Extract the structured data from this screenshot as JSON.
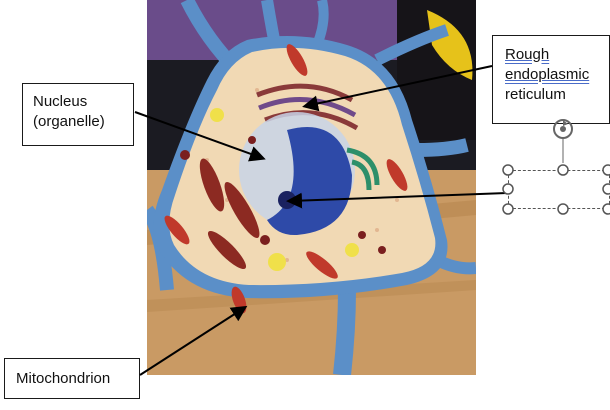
{
  "labels": {
    "nucleus": [
      "Nucleus",
      "(organelle)"
    ],
    "rough_er": [
      "Rough",
      "endoplasmic",
      "reticulum"
    ],
    "mitochondrion": "Mitochondrion"
  },
  "photo": {
    "subject": "neuron-cell-model"
  },
  "colors": {
    "cell_membrane": "#5b8fc8",
    "cytoplasm": "#f1d9b4",
    "nucleus": "#2e4aa8",
    "mitochondria": "#c0392b",
    "golgi": "#2d8f6a",
    "wood": "#c89a62",
    "arrow": "#000000",
    "selection_handle": "#555555",
    "spellcheck_underline": "#4a6cc8"
  },
  "icons": {
    "rotate_handle": "rotate-icon"
  }
}
